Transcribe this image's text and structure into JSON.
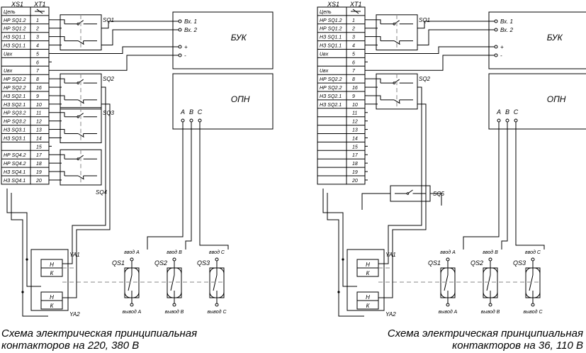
{
  "left": {
    "header_xs1": "XS1",
    "header_xt1": "XT1",
    "rows": [
      {
        "xs1": "Цепь",
        "xt1": ""
      },
      {
        "xs1": "НР SQ1.2",
        "xt1": "1"
      },
      {
        "xs1": "НР SQ1.2",
        "xt1": "2"
      },
      {
        "xs1": "НЗ SQ1.1",
        "xt1": "3"
      },
      {
        "xs1": "НЗ SQ1.1",
        "xt1": "4"
      },
      {
        "xs1": "Uвх",
        "xt1": "5"
      },
      {
        "xs1": "",
        "xt1": "6"
      },
      {
        "xs1": "Uвх",
        "xt1": "7"
      },
      {
        "xs1": "НР SQ2.2",
        "xt1": "8"
      },
      {
        "xs1": "НР SQ2.2",
        "xt1": "16"
      },
      {
        "xs1": "НЗ SQ2.1",
        "xt1": "9"
      },
      {
        "xs1": "НЗ SQ2.1",
        "xt1": "10"
      },
      {
        "xs1": "НР SQ3.2",
        "xt1": "11"
      },
      {
        "xs1": "НР SQ3.2",
        "xt1": "12"
      },
      {
        "xs1": "НЗ SQ3.1",
        "xt1": "13"
      },
      {
        "xs1": "НЗ SQ3.1",
        "xt1": "14"
      },
      {
        "xs1": "",
        "xt1": "15"
      },
      {
        "xs1": "НР SQ4.2",
        "xt1": "17"
      },
      {
        "xs1": "НР SQ4.2",
        "xt1": "18"
      },
      {
        "xs1": "НЗ SQ4.1",
        "xt1": "19"
      },
      {
        "xs1": "НЗ SQ4.1",
        "xt1": "20"
      }
    ],
    "sq": [
      "SQ1",
      "SQ2",
      "SQ3",
      "SQ4"
    ],
    "buk": "БУК",
    "vx1": "Вх. 1",
    "vx2": "Вх. 2",
    "plus": "+",
    "minus": "-",
    "opn": "ОПН",
    "phases": [
      "A",
      "B",
      "C"
    ],
    "ya1": "YA1",
    "ya2": "YA2",
    "n": "Н",
    "k": "К",
    "qs": [
      "QS1",
      "QS2",
      "QS3"
    ],
    "vvod": [
      "ввод А",
      "ввод В",
      "ввод С"
    ],
    "vyvod": [
      "вывод А",
      "вывод В",
      "вывод С"
    ],
    "caption_line1": "Схема электрическая принципиальная",
    "caption_line2": "контакторов на 220, 380 В"
  },
  "right": {
    "header_xs1": "XS1",
    "header_xt1": "XT1",
    "rows": [
      {
        "xs1": "Цепь",
        "xt1": ""
      },
      {
        "xs1": "НР SQ1.2",
        "xt1": "1"
      },
      {
        "xs1": "НР SQ1.2",
        "xt1": "2"
      },
      {
        "xs1": "НЗ SQ1.1",
        "xt1": "3"
      },
      {
        "xs1": "НЗ SQ1.1",
        "xt1": "4"
      },
      {
        "xs1": "Uвх",
        "xt1": "5"
      },
      {
        "xs1": "",
        "xt1": "6"
      },
      {
        "xs1": "Uвх",
        "xt1": "7"
      },
      {
        "xs1": "НР SQ2.2",
        "xt1": "8"
      },
      {
        "xs1": "НР SQ2.2",
        "xt1": "16"
      },
      {
        "xs1": "НЗ SQ2.1",
        "xt1": "9"
      },
      {
        "xs1": "НЗ SQ2.1",
        "xt1": "10"
      },
      {
        "xs1": "",
        "xt1": "11"
      },
      {
        "xs1": "",
        "xt1": "12"
      },
      {
        "xs1": "",
        "xt1": "13"
      },
      {
        "xs1": "",
        "xt1": "14"
      },
      {
        "xs1": "",
        "xt1": "15"
      },
      {
        "xs1": "",
        "xt1": "17"
      },
      {
        "xs1": "",
        "xt1": "18"
      },
      {
        "xs1": "",
        "xt1": "19"
      },
      {
        "xs1": "",
        "xt1": "20"
      }
    ],
    "sq": [
      "SQ1",
      "SQ2",
      "SQ5"
    ],
    "buk": "БУК",
    "vx1": "Вх. 1",
    "vx2": "Вх. 2",
    "plus": "+",
    "minus": "-",
    "opn": "ОПН",
    "phases": [
      "A",
      "B",
      "C"
    ],
    "ya1": "YA1",
    "ya2": "YA2",
    "n": "Н",
    "k": "К",
    "qs": [
      "QS1",
      "QS2",
      "QS3"
    ],
    "vvod": [
      "ввод А",
      "ввод В",
      "ввод С"
    ],
    "vyvod": [
      "вывод А",
      "вывод В",
      "вывод С"
    ],
    "caption_line1": "Схема электрическая принципиальная",
    "caption_line2": "контакторов на 36, 110 В"
  }
}
